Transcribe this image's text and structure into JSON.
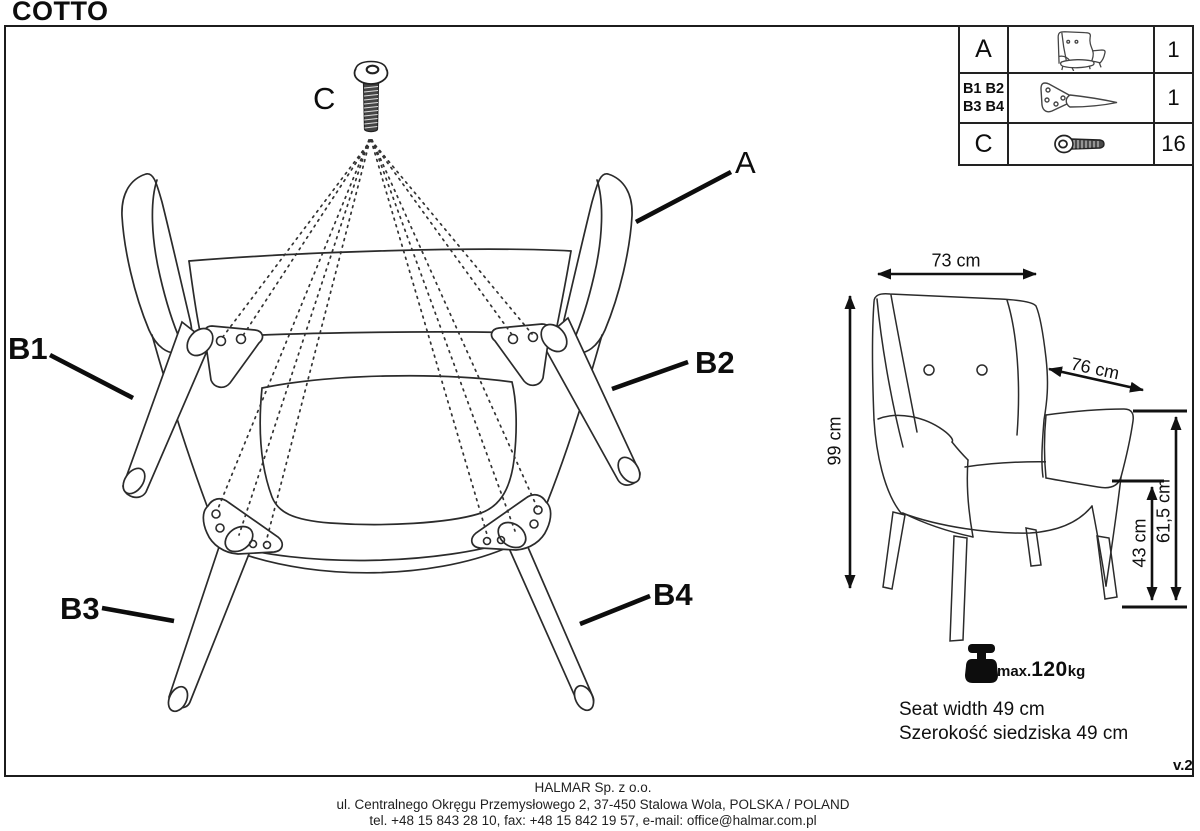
{
  "title": "COTTO",
  "version": "v.2",
  "parts_table": {
    "rows": [
      {
        "label": "A",
        "icon": "armchair-icon",
        "qty": "1"
      },
      {
        "label_line1": "B1 B2",
        "label_line2": "B3 B4",
        "icon": "leg-bracket-icon",
        "qty": "1"
      },
      {
        "label": "C",
        "icon": "bolt-icon",
        "qty": "16"
      }
    ]
  },
  "diagram": {
    "label_a": "A",
    "label_b1": "B1",
    "label_b2": "B2",
    "label_b3": "B3",
    "label_b4": "B4",
    "label_c": "C"
  },
  "dimensions": {
    "width": "73 cm",
    "depth": "76 cm",
    "height": "99 cm",
    "seat_height": "43 cm",
    "armrest_height": "61,5 cm"
  },
  "max_load": {
    "prefix": "max.",
    "value": "120",
    "unit": "kg"
  },
  "seat_width": {
    "en": "Seat width 49 cm",
    "pl": "Szerokość siedziska 49 cm"
  },
  "footer": {
    "company": "HALMAR Sp. z o.o.",
    "address": "ul. Centralnego Okręgu Przemysłowego 2, 37-450 Stalowa Wola, POLSKA / POLAND",
    "contact": "tel. +48 15 843 28 10, fax: +48 15 842 19 57, e-mail: office@halmar.com.pl"
  },
  "colors": {
    "ink": "#1b1b1b",
    "line": "#2b2b2b"
  }
}
